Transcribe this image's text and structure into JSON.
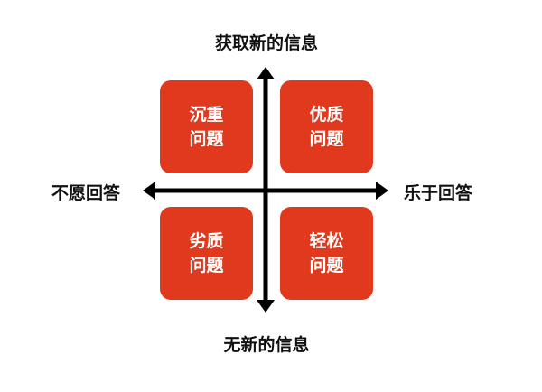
{
  "axes": {
    "top": "获取新的信息",
    "bottom": "无新的信息",
    "left": "不愿回答",
    "right": "乐于回答"
  },
  "quadrants": [
    {
      "line1": "沉重",
      "line2": "问题"
    },
    {
      "line1": "优质",
      "line2": "问题"
    },
    {
      "line1": "劣质",
      "line2": "问题"
    },
    {
      "line1": "轻松",
      "line2": "问题"
    }
  ],
  "colors": {
    "box": "#e0391d",
    "axis": "#000000"
  }
}
